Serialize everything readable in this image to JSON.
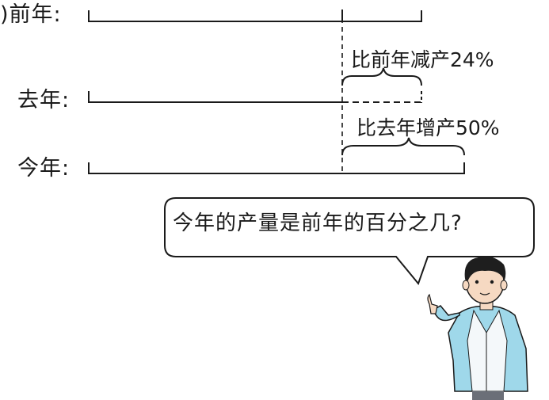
{
  "rows": {
    "previous_year": {
      "label": ")前年:"
    },
    "last_year": {
      "label": "去年:"
    },
    "this_year": {
      "label": "今年:"
    }
  },
  "annotations": {
    "decrease_note": "比前年减产24%",
    "increase_note": "比去年增产50%"
  },
  "values": {
    "decrease_percent": 24,
    "increase_percent": 50
  },
  "speech_bubble": {
    "question": "今年的产量是前年的百分之几?"
  },
  "colors": {
    "ink": "#1a1a1a",
    "jacket_light": "#9fd8ea",
    "jacket_white": "#f4f8fa",
    "skin": "#f6d9c2",
    "hair": "#1e1e1e",
    "pants": "#6b6f78"
  }
}
